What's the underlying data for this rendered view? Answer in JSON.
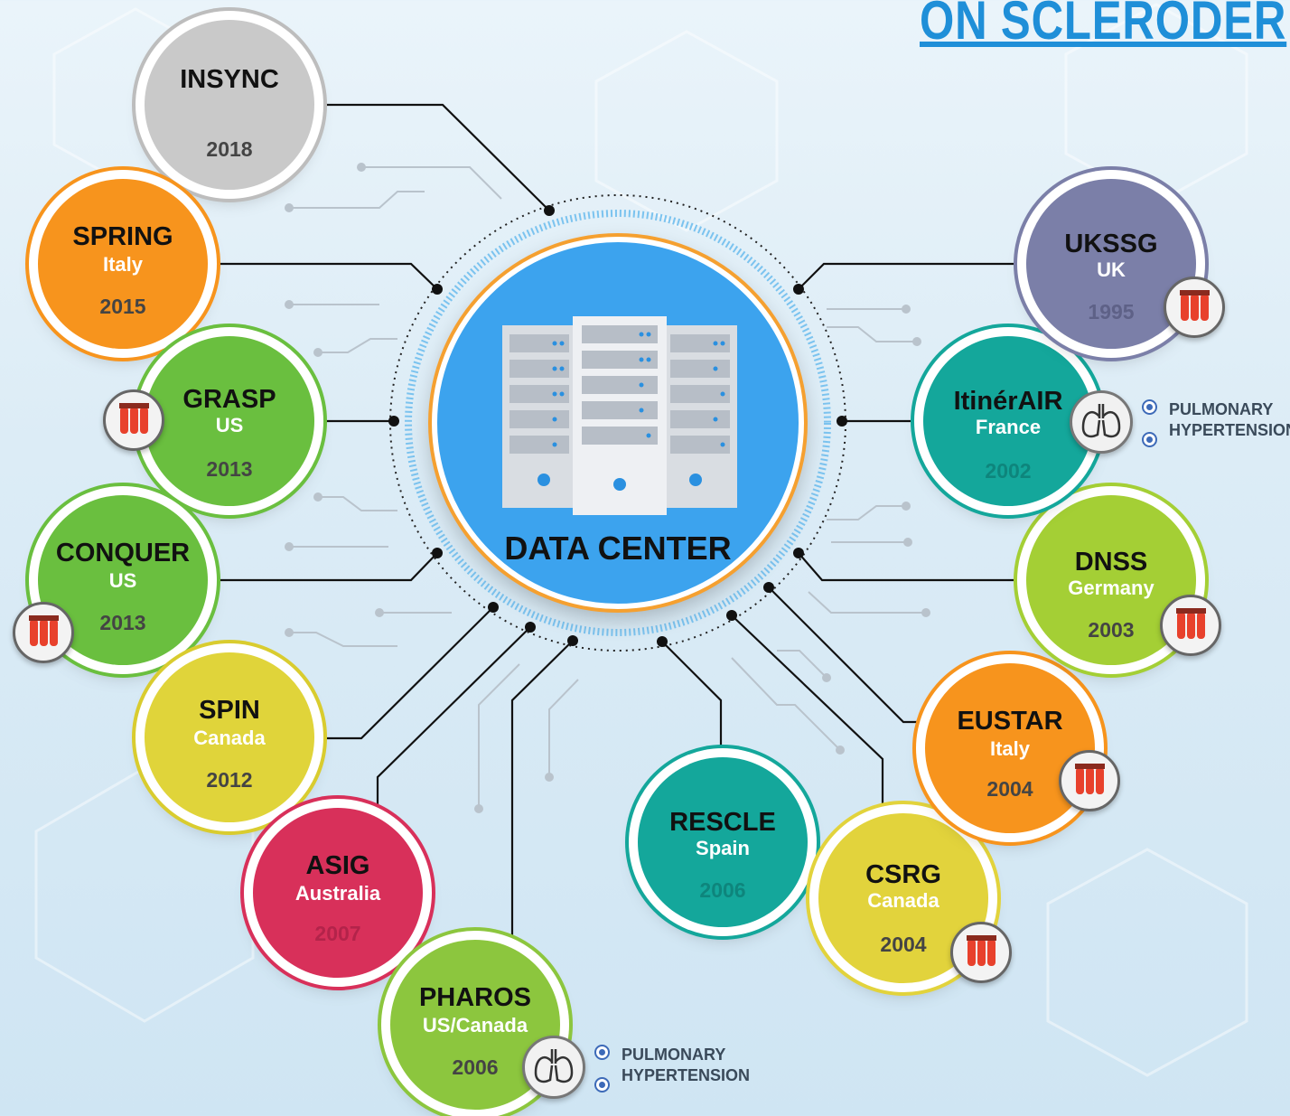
{
  "page_title": "ON SCLERODER",
  "center": {
    "label": "DATA CENTER",
    "icon": "server-rack-icon",
    "fill": "#3ca3ee",
    "ring": "#f5a030"
  },
  "nodes": [
    {
      "id": "insync",
      "name": "INSYNC",
      "country": "",
      "year": "2018",
      "color": "#c9c9c9",
      "ring": "#bdbdbd"
    },
    {
      "id": "spring",
      "name": "SPRING",
      "country": "Italy",
      "year": "2015",
      "color": "#f7941d",
      "ring": "#f7941d"
    },
    {
      "id": "grasp",
      "name": "GRASP",
      "country": "US",
      "year": "2013",
      "color": "#6abf3f",
      "ring": "#6abf3f"
    },
    {
      "id": "conquer",
      "name": "CONQUER",
      "country": "US",
      "year": "2013",
      "color": "#6abf3f",
      "ring": "#6abf3f"
    },
    {
      "id": "spin",
      "name": "SPIN",
      "country": "Canada",
      "year": "2012",
      "color": "#e0d43a",
      "ring": "#d9cc2f"
    },
    {
      "id": "asig",
      "name": "ASIG",
      "country": "Australia",
      "year": "2007",
      "color": "#d8305a",
      "ring": "#d8305a"
    },
    {
      "id": "pharos",
      "name": "PHAROS",
      "country": "US/Canada",
      "year": "2006",
      "color": "#8cc63e",
      "ring": "#8cc63e"
    },
    {
      "id": "rescle",
      "name": "RESCLE",
      "country": "Spain",
      "year": "2006",
      "color": "#14a79b",
      "ring": "#14a79b"
    },
    {
      "id": "csrg",
      "name": "CSRG",
      "country": "Canada",
      "year": "2004",
      "color": "#e2d33c",
      "ring": "#e2d33c"
    },
    {
      "id": "eustar",
      "name": "EUSTAR",
      "country": "Italy",
      "year": "2004",
      "color": "#f7941d",
      "ring": "#f7941d"
    },
    {
      "id": "dnss",
      "name": "DNSS",
      "country": "Germany",
      "year": "2003",
      "color": "#a4cf35",
      "ring": "#a4cf35"
    },
    {
      "id": "itinerair",
      "name": "ItinérAIR",
      "country": "France",
      "year": "2002",
      "color": "#14a79b",
      "ring": "#14a79b"
    },
    {
      "id": "ukssg",
      "name": "UKSSG",
      "country": "UK",
      "year": "1995",
      "color": "#7b7fa8",
      "ring": "#7b7fa8"
    }
  ],
  "badges": {
    "tube_icon": "blood-sample-tubes-icon",
    "lung_icon": "lungs-icon"
  },
  "pulmonary_labels": [
    {
      "line1": "PULMONARY",
      "line2": "HYPERTENSION"
    },
    {
      "line1": "PULMONARY",
      "line2": "HYPERTENSION"
    }
  ]
}
